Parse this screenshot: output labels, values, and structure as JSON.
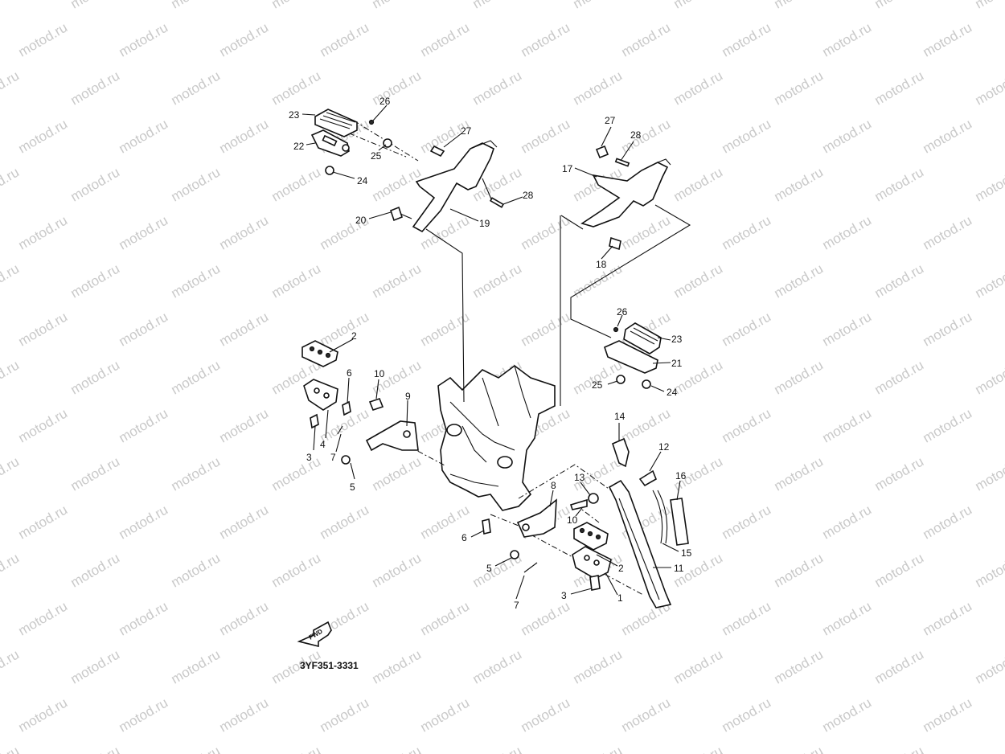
{
  "watermark": "motod.ru",
  "diagram_code": "3YF351-3331",
  "fwd_label": "FWD",
  "callouts": [
    "23",
    "26",
    "22",
    "25",
    "24",
    "27",
    "28",
    "19",
    "20",
    "17",
    "18",
    "2",
    "6",
    "10",
    "9",
    "4",
    "3",
    "7",
    "5",
    "14",
    "12",
    "16",
    "15",
    "8",
    "13",
    "11",
    "1",
    "21"
  ]
}
